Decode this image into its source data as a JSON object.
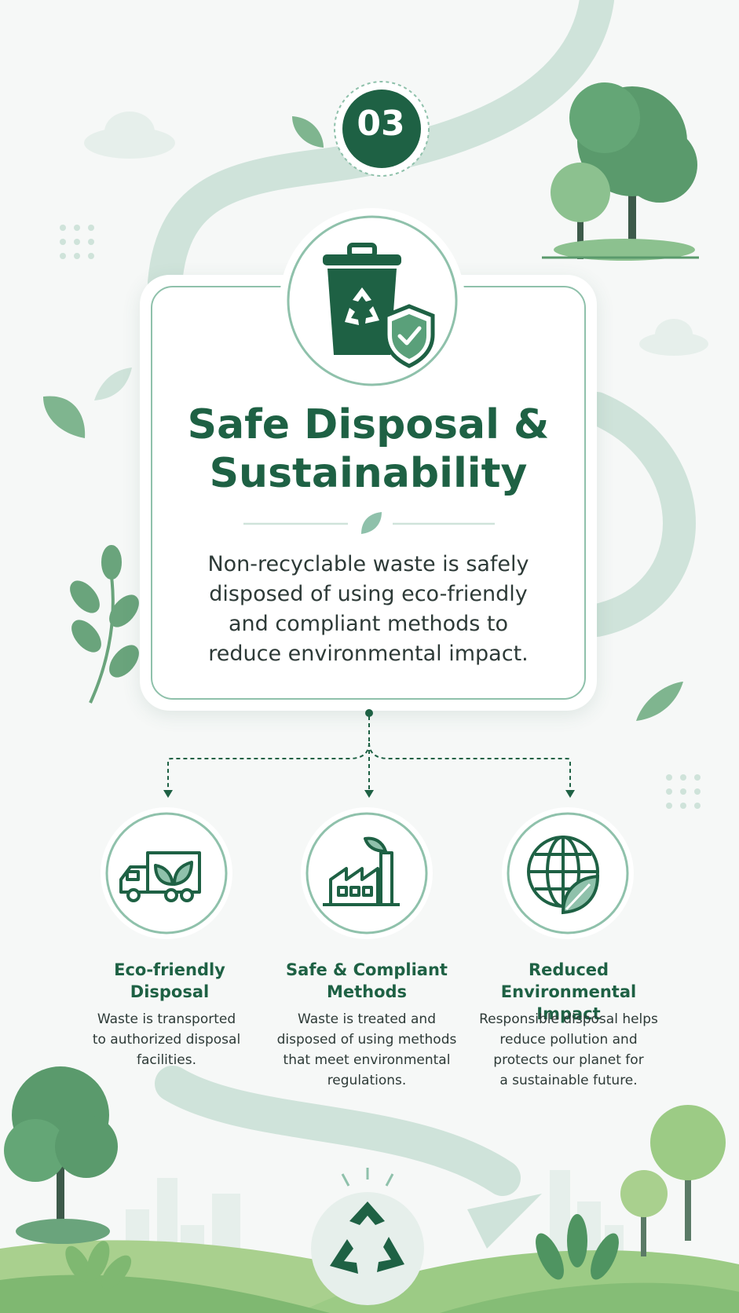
{
  "step": {
    "number": "03"
  },
  "header": {
    "title_line1": "Safe Disposal &",
    "title_line2": "Sustainability"
  },
  "main": {
    "description_lines": [
      "Non-recyclable waste is safely",
      "disposed of using eco-friendly",
      "and compliant methods to",
      "reduce environmental impact."
    ]
  },
  "features": [
    {
      "title_line1": "Eco-friendly",
      "title_line2": "Disposal",
      "desc_lines": [
        "Waste is transported",
        "to authorized disposal",
        "facilities."
      ],
      "icon": "truck-leaf-icon"
    },
    {
      "title_line1": "Safe & Compliant",
      "title_line2": "Methods",
      "desc_lines": [
        "Waste is treated and",
        "disposed of using methods",
        "that meet environmental",
        "regulations."
      ],
      "icon": "factory-icon"
    },
    {
      "title_line1": "Reduced Environmental",
      "title_line2": "Impact",
      "desc_lines": [
        "Responsible disposal helps",
        "reduce pollution and",
        "protects our planet for",
        "a sustainable future."
      ],
      "icon": "globe-leaf-icon"
    }
  ],
  "colors": {
    "primary": "#1e6144",
    "accent": "#8fc1ab",
    "light": "#cfe3da",
    "background": "#f6f8f7"
  }
}
